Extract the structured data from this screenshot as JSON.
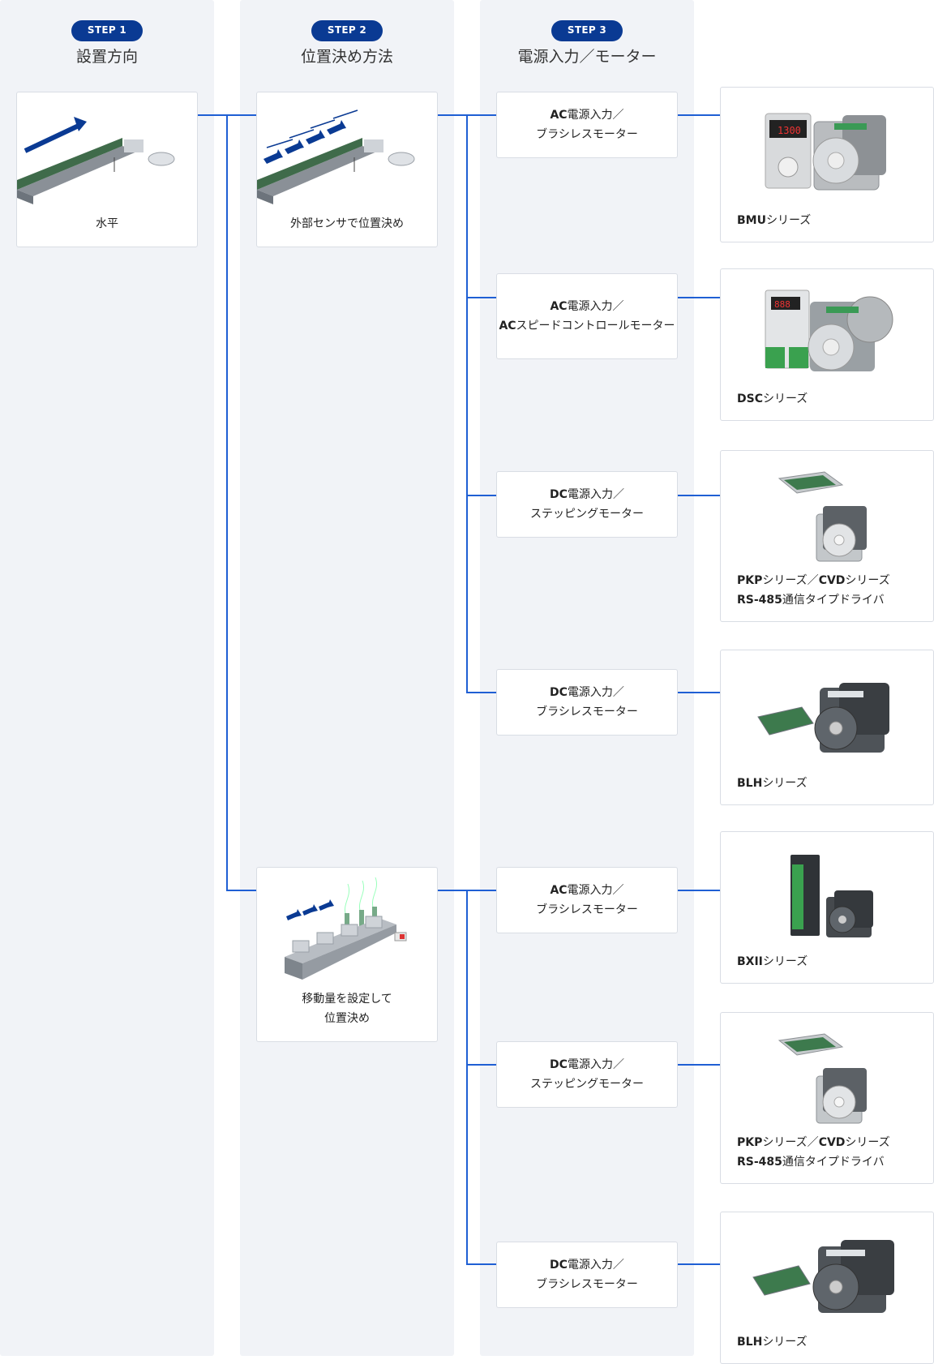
{
  "steps": [
    {
      "badge": "STEP 1",
      "title": "設置方向"
    },
    {
      "badge": "STEP 2",
      "title": "位置決め方法"
    },
    {
      "badge": "STEP 3",
      "title": "電源入力／モーター"
    }
  ],
  "step1_card": {
    "label": "水平"
  },
  "step2_cards": [
    {
      "label": "外部センサで位置決め"
    },
    {
      "label_line1": "移動量を設定して",
      "label_line2": "位置決め"
    }
  ],
  "step3": [
    {
      "bold": "AC",
      "rest1": "電源入力／",
      "line2": "ブラシレスモーター"
    },
    {
      "bold": "AC",
      "rest1": "電源入力／",
      "bold2": "AC",
      "line2": "スピードコントロールモーター"
    },
    {
      "bold": "DC",
      "rest1": "電源入力／",
      "line2": "ステッピングモーター"
    },
    {
      "bold": "DC",
      "rest1": "電源入力／",
      "line2": "ブラシレスモーター"
    },
    {
      "bold": "AC",
      "rest1": "電源入力／",
      "line2": "ブラシレスモーター"
    },
    {
      "bold": "DC",
      "rest1": "電源入力／",
      "line2": "ステッピングモーター"
    },
    {
      "bold": "DC",
      "rest1": "電源入力／",
      "line2": "ブラシレスモーター"
    }
  ],
  "products": [
    {
      "name_bold": "BMU",
      "name_rest": "シリーズ"
    },
    {
      "name_bold": "DSC",
      "name_rest": "シリーズ"
    },
    {
      "a_bold": "PKP",
      "a_rest": "シリーズ／",
      "b_bold": "CVD",
      "b_rest": "シリーズ",
      "line2_bold": "RS-485",
      "line2_rest": "通信タイプドライバ"
    },
    {
      "name_bold": "BLH",
      "name_rest": "シリーズ"
    },
    {
      "name_bold": "BXII",
      "name_rest": "シリーズ"
    },
    {
      "a_bold": "PKP",
      "a_rest": "シリーズ／",
      "b_bold": "CVD",
      "b_rest": "シリーズ",
      "line2_bold": "RS-485",
      "line2_rest": "通信タイプドライバ"
    },
    {
      "name_bold": "BLH",
      "name_rest": "シリーズ"
    }
  ],
  "colors": {
    "accent": "#0a3a93",
    "connector": "#1f5fd4",
    "column_bg": "#f1f3f7"
  }
}
